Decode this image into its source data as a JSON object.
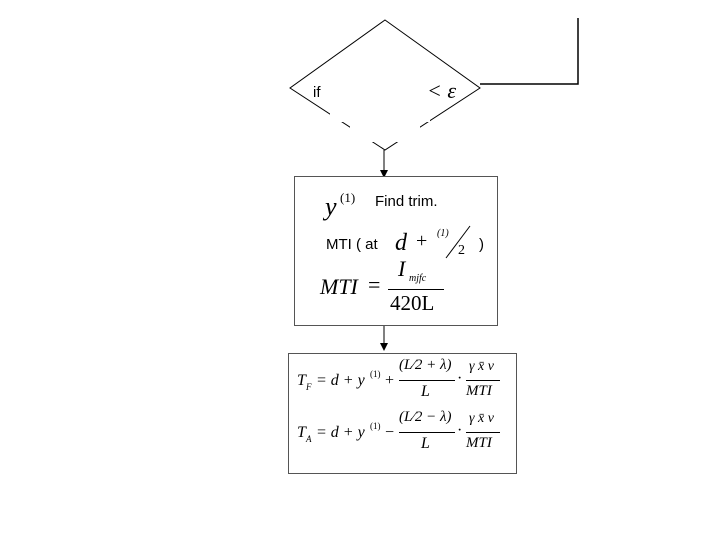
{
  "decision": {
    "if_label": "if",
    "epsilon_symbol": "< ε"
  },
  "box1": {
    "y_symbol": "y",
    "superscript_1": "(1)",
    "find_trim_label": "Find trim.",
    "mti_at_label": "MTI ( at",
    "d_symbol": "d",
    "plus": "+",
    "denominator_2": "2",
    "close_paren": ")",
    "mti_symbol": "MTI",
    "equals": "=",
    "I_symbol": "I",
    "mjfc_subscript": "mjfc",
    "denominator_420L": "420L"
  },
  "box2": {
    "tf_lhs": "T",
    "tf_sub": "F",
    "ta_lhs": "T",
    "ta_sub": "A",
    "rhs_prefix": "= d + y",
    "sup_1": "(1)",
    "plus": "+",
    "minus": "−",
    "frac_num_f": "(L⁄2 + λ)",
    "frac_num_a": "(L⁄2 − λ)",
    "frac_den_L": "L",
    "dot": "·",
    "frac_num_gamma": "γ x̄ v",
    "frac_den_mti": "MTI"
  }
}
